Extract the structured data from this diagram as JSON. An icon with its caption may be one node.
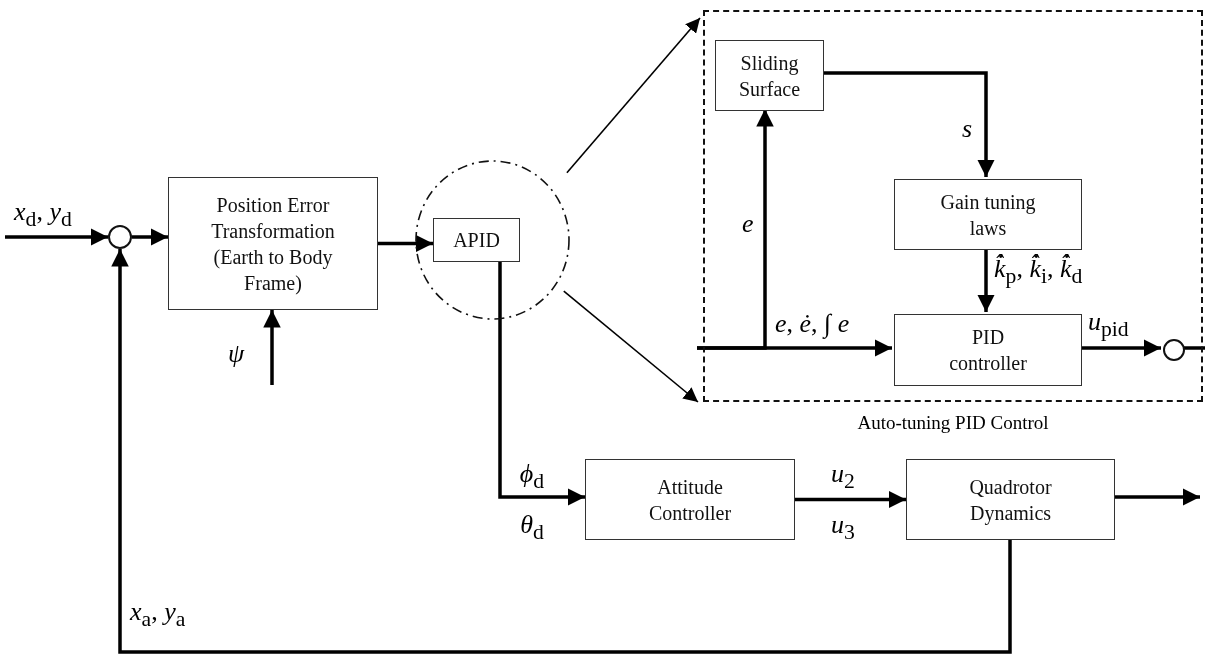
{
  "diagram": {
    "nodes": [
      {
        "text": [],
        "shape": "circle"
      },
      {
        "text": [
          "Position Error Transformation (Earth to Body Frame)"
        ]
      },
      {
        "text": [],
        "shape": "circle"
      },
      {
        "text": [
          "APID"
        ],
        "in": 2
      },
      {
        "text": [
          "Auto-tuning PID Control"
        ]
      },
      {
        "text": [
          "Sliding Surface"
        ],
        "in": 4
      },
      {
        "text": [
          "Gain tuning laws"
        ],
        "in": 4
      },
      {
        "text": [
          "PID controller"
        ],
        "in": 4
      },
      {
        "text": [],
        "shape": "circle",
        "in": 4
      },
      {
        "text": [
          "Attitude Controller"
        ]
      },
      {
        "text": [
          "Quadrotor Dynamics"
        ]
      }
    ],
    "edges": [
      {
        "from": null,
        "to": 0,
        "arrow": "to",
        "label": "*x*$_{d}$, *y*$_{d}$"
      },
      {
        "from": 0,
        "to": 1,
        "arrow": "to"
      },
      {
        "from": null,
        "to": 1,
        "arrow": "to",
        "label": "*ψ*"
      },
      {
        "from": 1,
        "to": 3,
        "arrow": "to"
      },
      {
        "from": 3,
        "to": 9,
        "arrow": "to",
        "label": "*ϕ*$_{d}$ *θ*$_{d}$"
      },
      {
        "from": 9,
        "to": 10,
        "arrow": "to",
        "label": "*u*$_{2}$ *u*$_{3}$"
      },
      {
        "from": 10,
        "to": null,
        "arrow": "to"
      },
      {
        "from": 10,
        "to": 0,
        "arrow": "to",
        "label": "*x*$_{a}$, *y*$_{a}$"
      },
      {
        "from": 2,
        "to": 4,
        "arrow": "to"
      },
      {
        "from": 2,
        "to": 4,
        "arrow": "to"
      },
      {
        "from": null,
        "to": 7,
        "arrow": "to",
        "label": "*e*, *ė*, ∫ *e*"
      },
      {
        "from": null,
        "to": 5,
        "arrow": "to",
        "label": "*e*"
      },
      {
        "from": 5,
        "to": 6,
        "arrow": "to",
        "label": "*s*"
      },
      {
        "from": 6,
        "to": 7,
        "arrow": "to",
        "label": "*k̂̇*$_{p}$, *k̂̇*$_{i}$, *k̂̇*$_{d}$"
      },
      {
        "from": 7,
        "to": 8,
        "arrow": "to",
        "label": "*u*$_{pid}$"
      },
      {
        "from": 8,
        "to": null,
        "arrow": "none"
      }
    ]
  }
}
